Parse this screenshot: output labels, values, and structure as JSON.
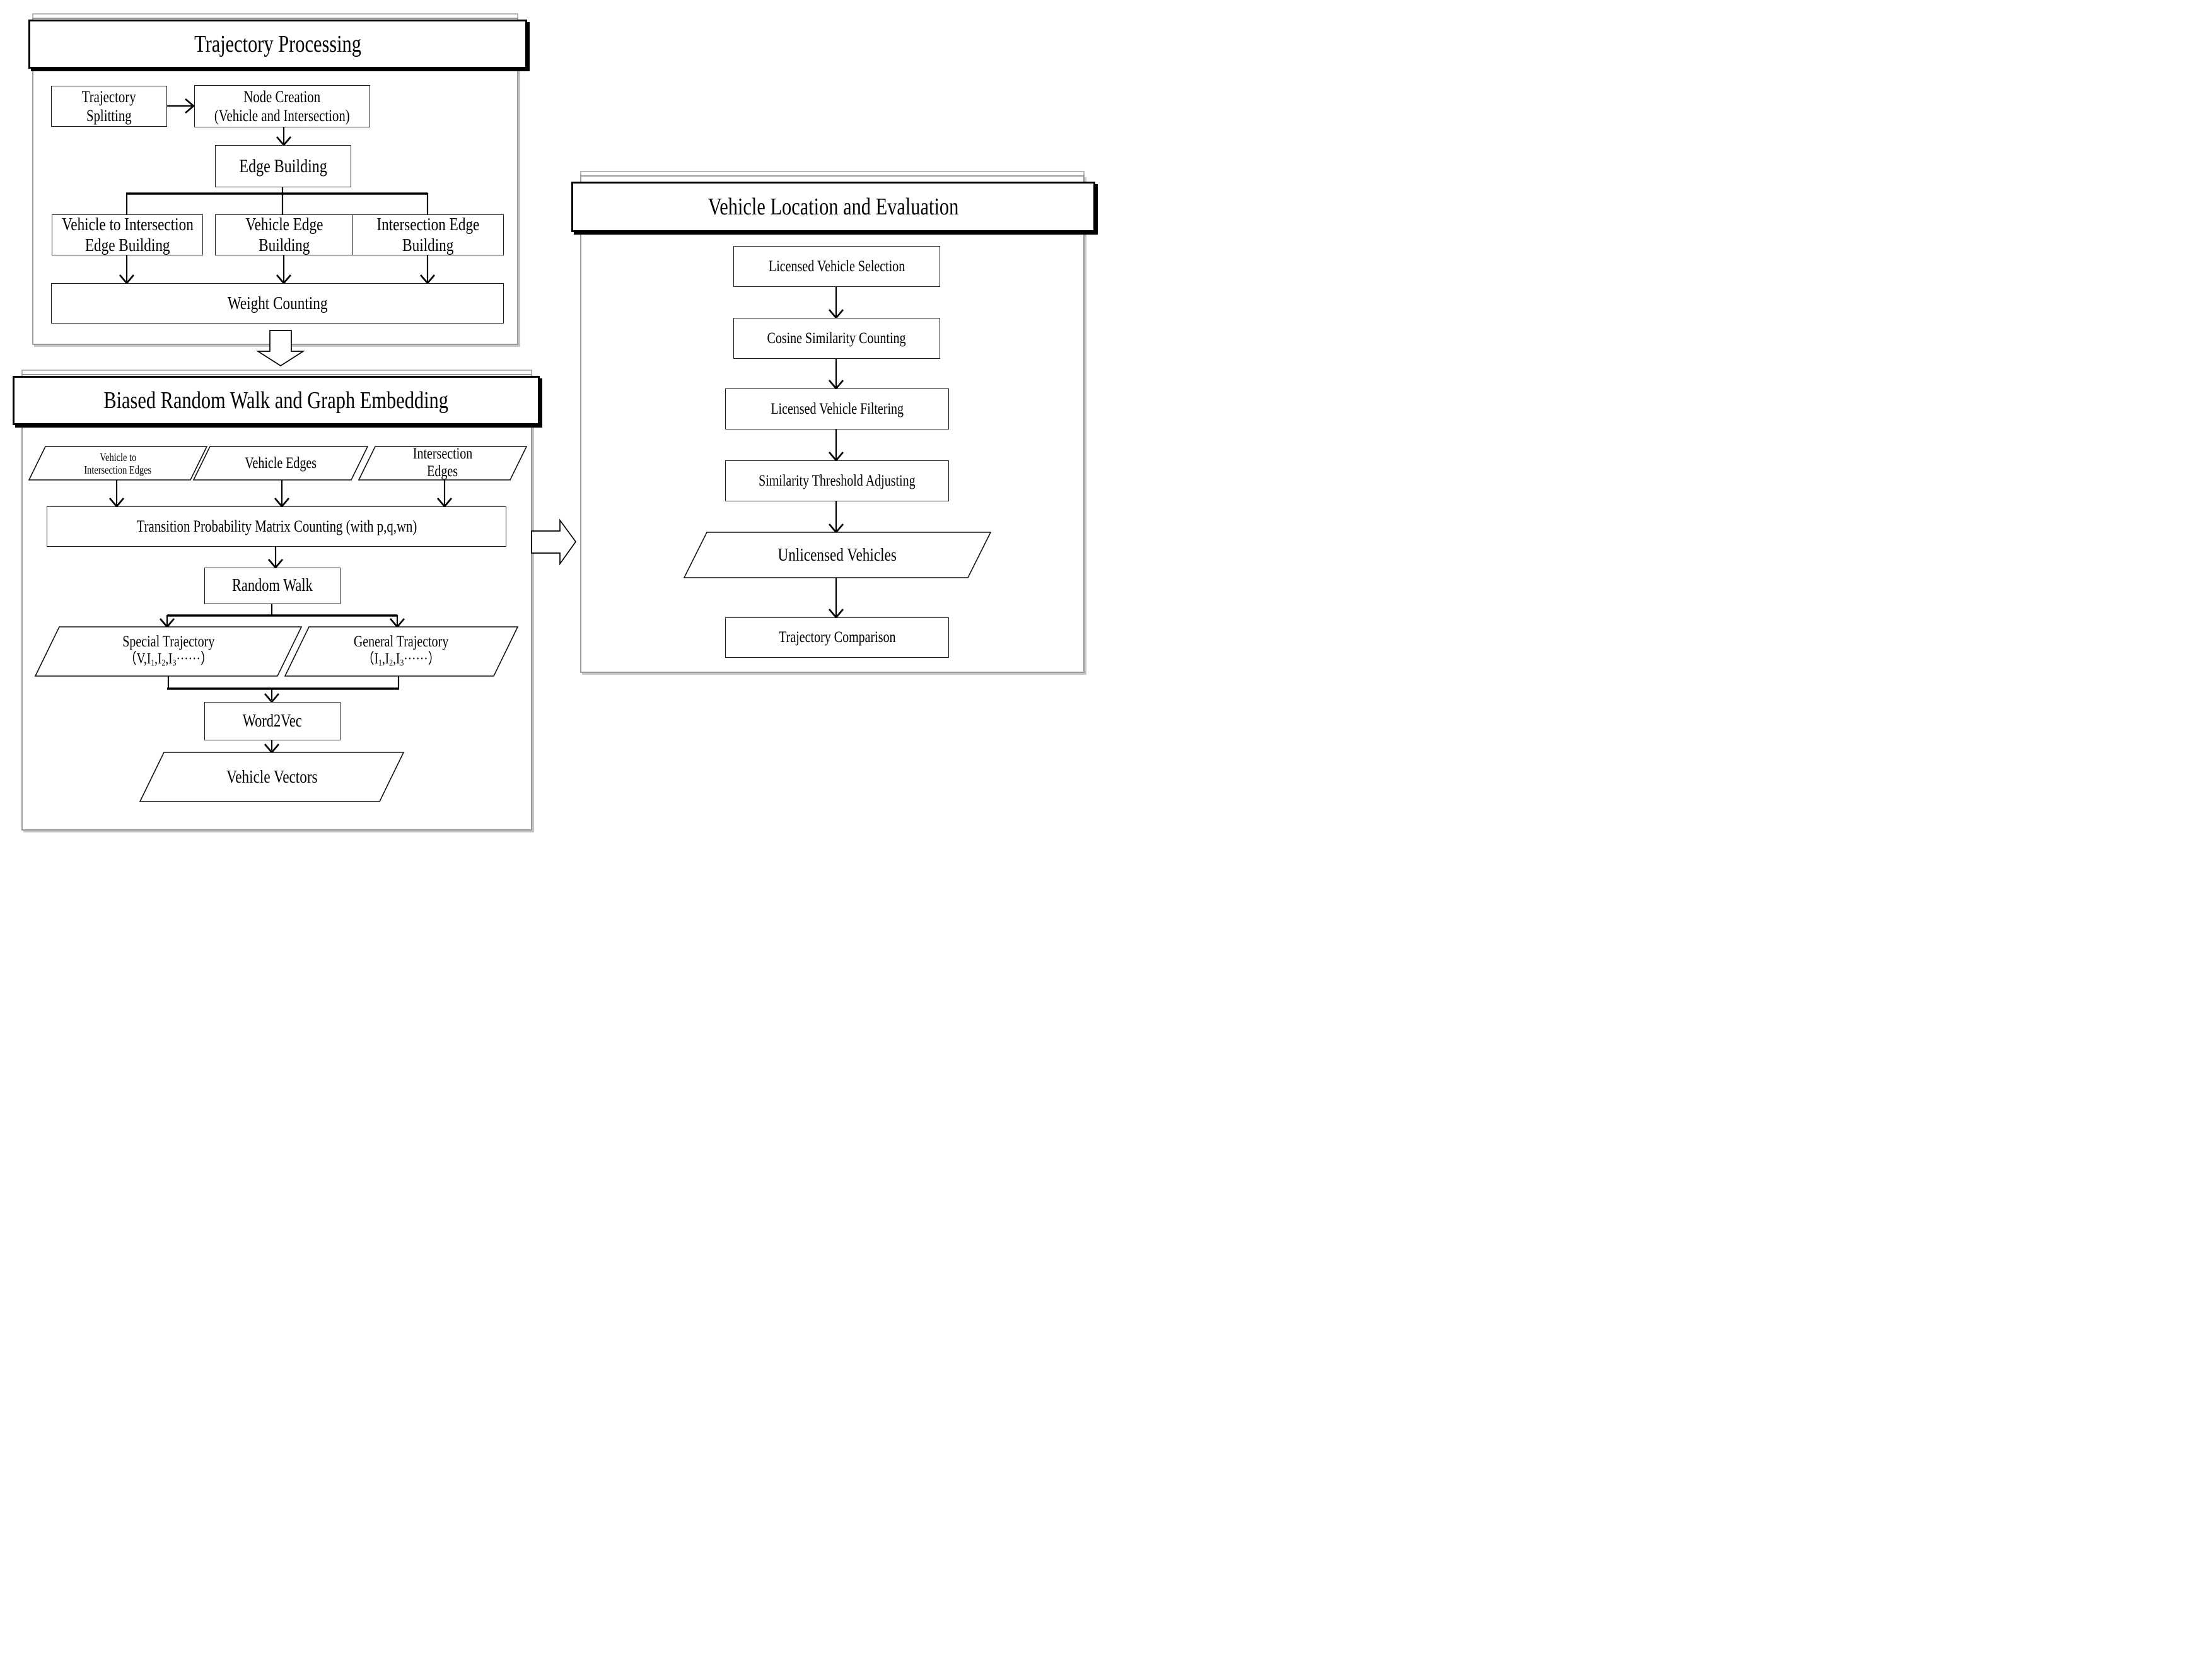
{
  "style": {
    "background": "#ffffff",
    "line_black": "#000000",
    "panel_border_gray": "#9c9c9c",
    "echo_border_gray": "#b5b5b5",
    "box_fill": "#ffffff"
  },
  "sections": {
    "trajectory_processing": {
      "title": "Trajectory Processing"
    },
    "biased_random_walk": {
      "title": "Biased Random Walk and Graph Embedding"
    },
    "vehicle_location": {
      "title": "Vehicle Location and Evaluation"
    }
  },
  "nodes": {
    "trajectory_splitting": {
      "lines": [
        "Trajectory",
        "Splitting"
      ]
    },
    "node_creation": {
      "lines": [
        "Node Creation",
        "(Vehicle and Intersection)"
      ]
    },
    "edge_building": {
      "label": "Edge Building"
    },
    "v2i_edge_building": {
      "lines": [
        "Vehicle to Intersection",
        "Edge Building"
      ]
    },
    "vehicle_edge_building": {
      "lines": [
        "Vehicle Edge",
        "Building"
      ]
    },
    "intersection_edge_building": {
      "lines": [
        "Intersection Edge",
        "Building"
      ]
    },
    "weight_counting": {
      "label": "Weight Counting"
    },
    "v2i_edges": {
      "lines": [
        "Vehicle to",
        "Intersection Edges"
      ]
    },
    "vehicle_edges": {
      "label": "Vehicle Edges"
    },
    "intersection_edges": {
      "lines": [
        "Intersection",
        "Edges"
      ]
    },
    "transition_matrix": {
      "label": "Transition Probability Matrix Counting (with p,q,wn)"
    },
    "random_walk": {
      "label": "Random Walk"
    },
    "special_trajectory": {
      "line1": "Special Trajectory",
      "rich": [
        {
          "t": "（V,I"
        },
        {
          "t": "1",
          "sub": true
        },
        {
          "t": ",I"
        },
        {
          "t": "2",
          "sub": true
        },
        {
          "t": ",I"
        },
        {
          "t": "3",
          "sub": true
        },
        {
          "t": "······）"
        }
      ]
    },
    "general_trajectory": {
      "line1": "General Trajectory",
      "rich": [
        {
          "t": "（I"
        },
        {
          "t": "1",
          "sub": true
        },
        {
          "t": ",I"
        },
        {
          "t": "2",
          "sub": true
        },
        {
          "t": ",I"
        },
        {
          "t": "3",
          "sub": true
        },
        {
          "t": "······）"
        }
      ]
    },
    "word2vec": {
      "label": "Word2Vec"
    },
    "vehicle_vectors": {
      "label": "Vehicle Vectors"
    },
    "licensed_vehicle_selection": {
      "label": "Licensed Vehicle Selection"
    },
    "cosine_similarity_counting": {
      "label": "Cosine Similarity Counting"
    },
    "licensed_vehicle_filtering": {
      "label": "Licensed Vehicle Filtering"
    },
    "similarity_threshold_adjusting": {
      "label": "Similarity Threshold Adjusting"
    },
    "unlicensed_vehicles": {
      "label": "Unlicensed Vehicles"
    },
    "trajectory_comparison": {
      "label": "Trajectory Comparison"
    }
  }
}
